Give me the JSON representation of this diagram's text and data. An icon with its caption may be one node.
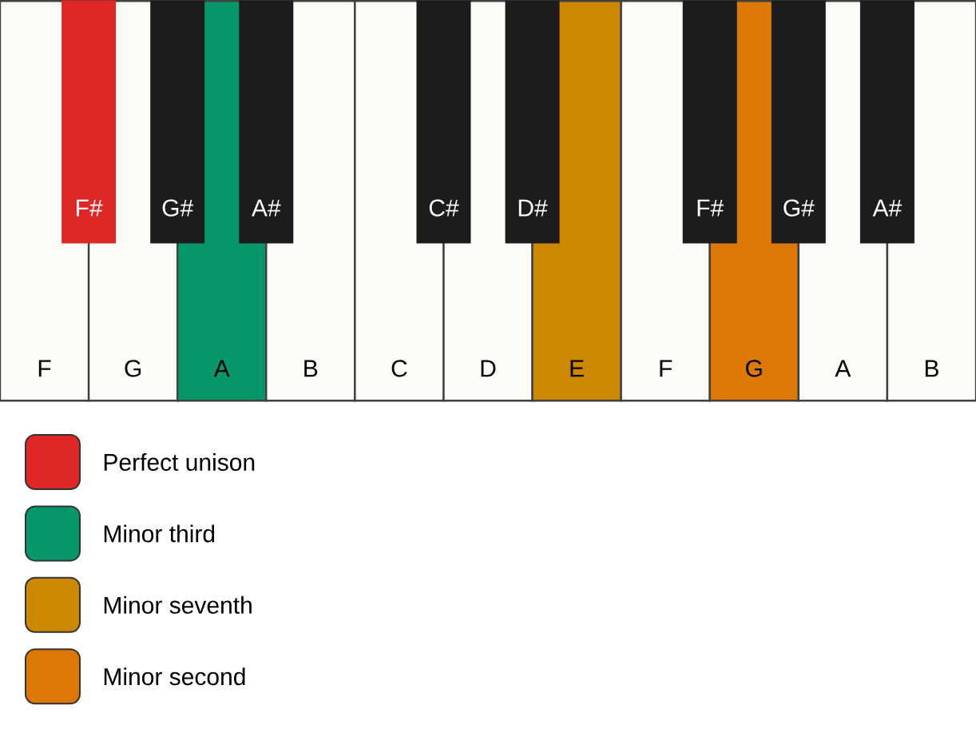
{
  "diagram": {
    "nodes": [
      {
        "text": [
          "F"
        ]
      },
      {
        "text": [
          "G"
        ]
      },
      {
        "text": [
          "A"
        ]
      },
      {
        "text": [
          "B"
        ]
      },
      {
        "text": [
          "C"
        ]
      },
      {
        "text": [
          "D"
        ]
      },
      {
        "text": [
          "E"
        ]
      },
      {
        "text": [
          "F"
        ]
      },
      {
        "text": [
          "G"
        ]
      },
      {
        "text": [
          "A"
        ]
      },
      {
        "text": [
          "B"
        ]
      },
      {
        "text": [
          "F#"
        ]
      },
      {
        "text": [
          "G#"
        ]
      },
      {
        "text": [
          "A#"
        ]
      },
      {
        "text": [
          "C#"
        ]
      },
      {
        "text": [
          "D#"
        ]
      },
      {
        "text": [
          "F#"
        ]
      },
      {
        "text": [
          "G#"
        ]
      },
      {
        "text": [
          "A#"
        ]
      }
    ],
    "legend": [
      {
        "text": "Perfect unison",
        "color": "#df2727"
      },
      {
        "text": "Minor third",
        "color": "#059669"
      },
      {
        "text": "Minor seventh",
        "color": "#cc8800"
      },
      {
        "text": "Minor second",
        "color": "#dd7706"
      }
    ]
  }
}
